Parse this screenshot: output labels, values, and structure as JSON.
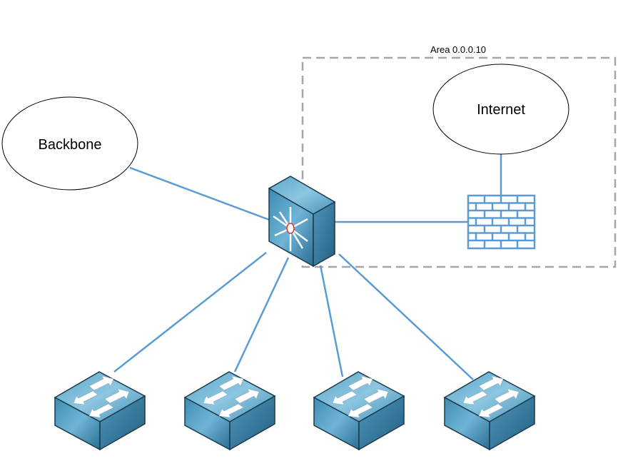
{
  "diagram": {
    "area": {
      "label": "Area 0.0.0.10",
      "border_color": "#a6a6a6"
    },
    "clouds": [
      {
        "id": "backbone",
        "label": "Backbone"
      },
      {
        "id": "internet",
        "label": "Internet"
      }
    ],
    "devices": [
      {
        "id": "core",
        "type": "multilayer-switch-icon"
      },
      {
        "id": "firewall",
        "type": "firewall-icon"
      },
      {
        "id": "sw1",
        "type": "switch-icon"
      },
      {
        "id": "sw2",
        "type": "switch-icon"
      },
      {
        "id": "sw3",
        "type": "switch-icon"
      },
      {
        "id": "sw4",
        "type": "switch-icon"
      }
    ],
    "links": [
      [
        "backbone",
        "core"
      ],
      [
        "core",
        "firewall"
      ],
      [
        "firewall",
        "internet"
      ],
      [
        "core",
        "sw1"
      ],
      [
        "core",
        "sw2"
      ],
      [
        "core",
        "sw3"
      ],
      [
        "core",
        "sw4"
      ]
    ],
    "colors": {
      "link": "#5b9bd5",
      "device": "#2e7aa0",
      "firewall": "#5b9bd5"
    }
  }
}
